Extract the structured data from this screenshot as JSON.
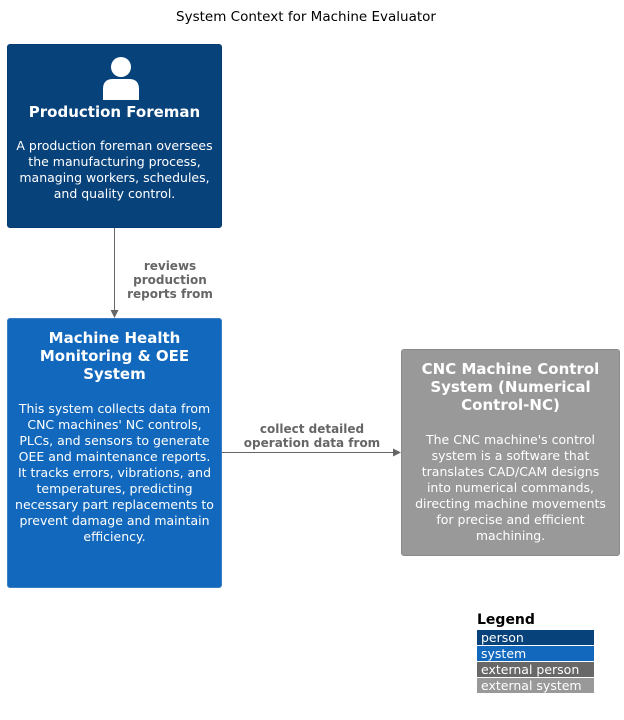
{
  "title": "System Context for Machine Evaluator",
  "nodes": {
    "person": {
      "name": "Production Foreman",
      "description": "A production foreman oversees the manufacturing process, managing workers, schedules, and quality control.",
      "color": "#08427b",
      "icon": "person-icon"
    },
    "system": {
      "name": "Machine Health Monitoring & OEE System",
      "description": "This system collects data from CNC machines' NC controls, PLCs, and sensors to generate OEE and maintenance reports. It tracks errors, vibrations, and temperatures, predicting necessary part replacements to prevent damage and maintain efficiency.",
      "color": "#1168bd"
    },
    "external": {
      "name": "CNC Machine Control System (Numerical Control-NC)",
      "description": "The CNC machine's control system is a software that translates CAD/CAM designs into numerical commands, directing machine movements for precise and efficient machining.",
      "color": "#999999"
    }
  },
  "relationships": [
    {
      "from": "person",
      "to": "system",
      "label": "reviews production\nreports from"
    },
    {
      "from": "system",
      "to": "external",
      "label": "collect detailed\noperation data from"
    }
  ],
  "legend": {
    "title": "Legend",
    "items": [
      {
        "label": "person",
        "color": "#08427b"
      },
      {
        "label": "system",
        "color": "#1168bd"
      },
      {
        "label": "external person",
        "color": "#686868"
      },
      {
        "label": "external system",
        "color": "#999999"
      }
    ]
  }
}
